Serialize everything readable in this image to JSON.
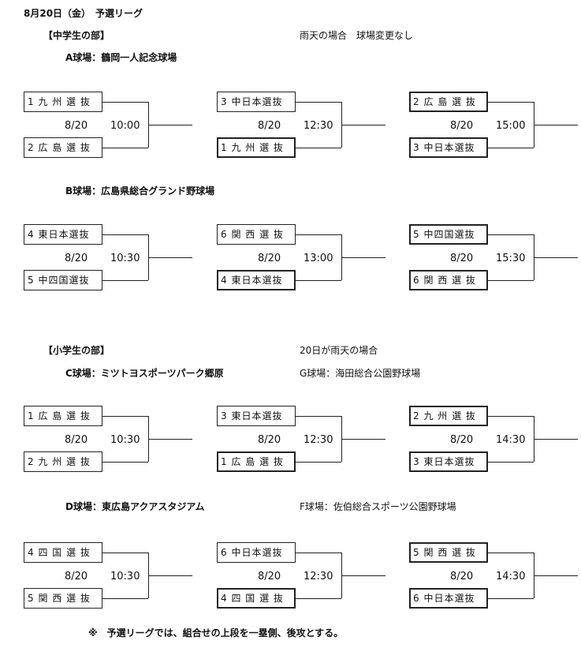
{
  "header": {
    "date_title": "8月20日（金）　予選リーグ"
  },
  "junior_high": {
    "section_label": "【中学生の部】",
    "rain_note": "雨天の場合　球場変更なし",
    "venues": [
      {
        "label": "A球場：鶴岡一人記念球場",
        "matches": [
          {
            "top": "1 九 州 選 抜",
            "bottom": "2 広 島 選 抜",
            "date": "8/20",
            "time": "10:00",
            "win": "none"
          },
          {
            "top": "3 中日本選抜",
            "bottom": "1 九 州 選 抜",
            "date": "8/20",
            "time": "12:30",
            "win": "bottom"
          },
          {
            "top": "2 広 島 選 抜",
            "bottom": "3 中日本選抜",
            "date": "8/20",
            "time": "15:00",
            "win": "both"
          }
        ]
      },
      {
        "label": "B球場：広島県総合グランド野球場",
        "matches": [
          {
            "top": "4 東日本選抜",
            "bottom": "5 中四国選抜",
            "date": "8/20",
            "time": "10:30",
            "win": "none"
          },
          {
            "top": "6 関 西 選 抜",
            "bottom": "4 東日本選抜",
            "date": "8/20",
            "time": "13:00",
            "win": "bottom"
          },
          {
            "top": "5 中四国選抜",
            "bottom": "6 関 西 選 抜",
            "date": "8/20",
            "time": "15:30",
            "win": "both"
          }
        ]
      }
    ]
  },
  "elementary": {
    "section_label": "【小学生の部】",
    "rain_note": "20日が雨天の場合",
    "venues": [
      {
        "label": "C球場：ミツトヨスポーツパーク郷原",
        "alt": "G球場：海田総合公園野球場",
        "matches": [
          {
            "top": "1 広 島 選 抜",
            "bottom": "2 九 州 選 抜",
            "date": "8/20",
            "time": "10:30",
            "win": "none"
          },
          {
            "top": "3 東日本選抜",
            "bottom": "1 広 島 選 抜",
            "date": "8/20",
            "time": "12:30",
            "win": "bottom"
          },
          {
            "top": "2 九 州 選 抜",
            "bottom": "3 東日本選抜",
            "date": "8/20",
            "time": "14:30",
            "win": "both"
          }
        ]
      },
      {
        "label": "D球場：東広島アクアスタジアム",
        "alt": "F球場：佐伯総合スポーツ公園野球場",
        "matches": [
          {
            "top": "4 四 国 選 抜",
            "bottom": "5 関 西 選 抜",
            "date": "8/20",
            "time": "10:30",
            "win": "none"
          },
          {
            "top": "6 中日本選抜",
            "bottom": "4 四 国 選 抜",
            "date": "8/20",
            "time": "12:30",
            "win": "bottom"
          },
          {
            "top": "5 関 西 選 抜",
            "bottom": "6 中日本選抜",
            "date": "8/20",
            "time": "14:30",
            "win": "both"
          }
        ]
      }
    ]
  },
  "footer": {
    "note": "※　予選リーグでは、組合せの上段を一塁側、後攻とする。"
  }
}
